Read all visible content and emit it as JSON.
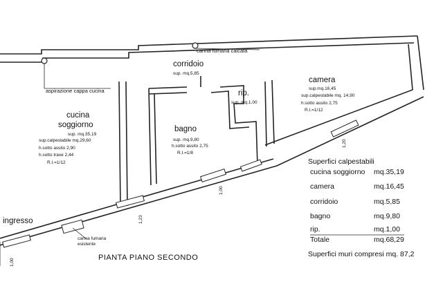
{
  "rooms": {
    "corridoio": {
      "name": "corridoio",
      "sup": "sup. mq.5,85"
    },
    "camera": {
      "name": "camera",
      "sup": "sup.mq.16,45",
      "calp": "sup.calpestabile mq. 14,90",
      "h": "h.sotto assito 2,75",
      "ri": "R.I.=1/12"
    },
    "rip": {
      "name": "rip.",
      "sup": "sup. mq.1,00"
    },
    "cucina": {
      "name1": "cucina",
      "name2": "soggiorno",
      "sup": "sup. mq.35,19",
      "calp": "sup.calpestabile mq.29,60",
      "h1": "h.sotto assito 2,90",
      "h2": "h.sotto trave 2,44",
      "ri": "R.I.=1/12"
    },
    "bagno": {
      "name": "bagno",
      "sup": "sup. mq.9,80",
      "h": "h.sotto assito 2,75",
      "ri": "R.I.=1/8"
    },
    "ingresso": {
      "name": "ingresso"
    }
  },
  "annotations": {
    "canna_fumaria_calcata": "canna fumaria calcata",
    "aspirazione": "aspirazione cappa cucina",
    "canna_fumaria_esistente_1": "canna fumaria",
    "canna_fumaria_esistente_2": "esistente",
    "dim_100": "1,00",
    "dim_123": "1,23",
    "dim_120": "1,20",
    "dim_100b": "1,00"
  },
  "title": "PIANTA  PIANO SECONDO",
  "legend": {
    "heading": "Superfici calpestabili",
    "rows": [
      {
        "label": "cucina soggiorno",
        "value": "mq.35,19"
      },
      {
        "label": "camera",
        "value": "mq.16,45"
      },
      {
        "label": "corridoio",
        "value": "mq.5,85"
      },
      {
        "label": "bagno",
        "value": "mq.9,80"
      },
      {
        "label": "rip.",
        "value": "mq.1,00"
      }
    ],
    "total_label": "Totale",
    "total_value": "mq.68,29",
    "walls_line": "Superfici muri compresi mq. 87,2"
  }
}
